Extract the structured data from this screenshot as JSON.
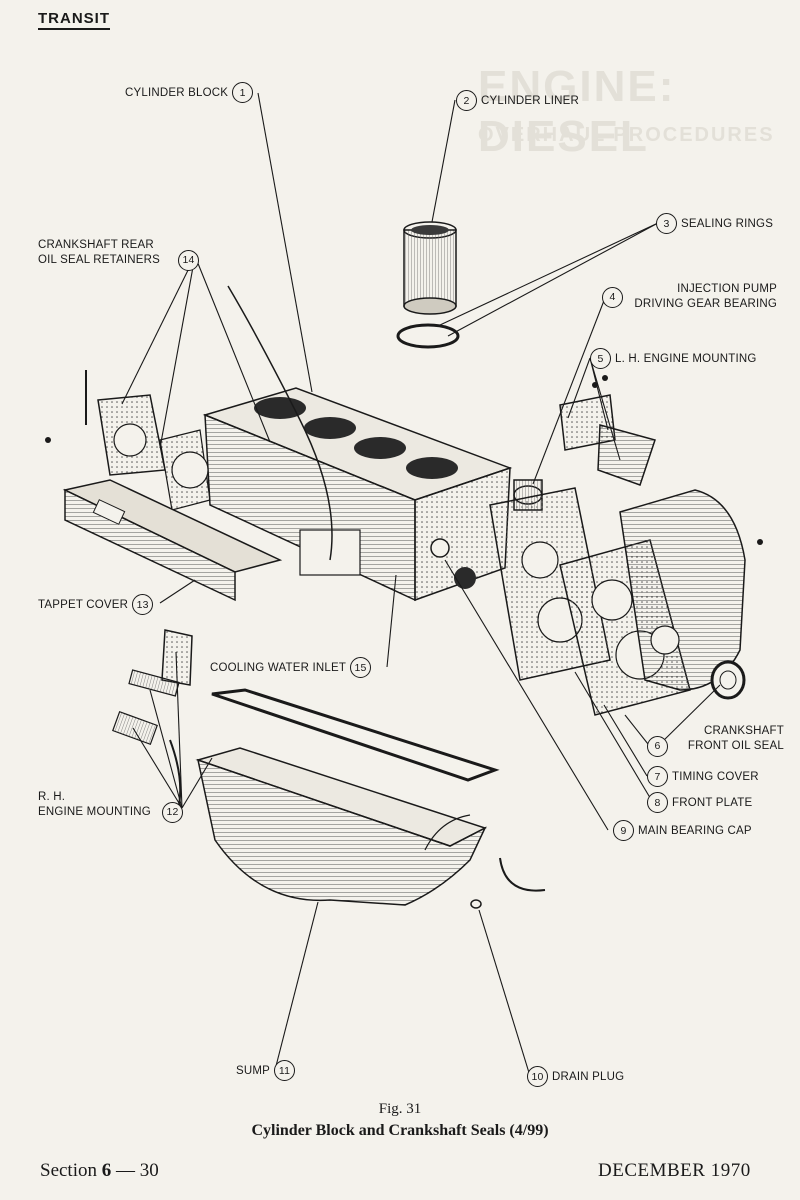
{
  "header": {
    "section_tag": "TRANSIT"
  },
  "background_text": {
    "title": "ENGINE: DIESEL",
    "subtitle": "OVERHAUL PROCEDURES"
  },
  "callouts": [
    {
      "num": "1",
      "label": "CYLINDER BLOCK"
    },
    {
      "num": "2",
      "label": "CYLINDER LINER"
    },
    {
      "num": "3",
      "label": "SEALING RINGS"
    },
    {
      "num": "4",
      "label_line1": "INJECTION PUMP",
      "label_line2": "DRIVING GEAR BEARING"
    },
    {
      "num": "5",
      "label": "L. H. ENGINE MOUNTING"
    },
    {
      "num": "6",
      "label_line1": "CRANKSHAFT",
      "label_line2": "FRONT OIL SEAL"
    },
    {
      "num": "7",
      "label": "TIMING COVER"
    },
    {
      "num": "8",
      "label": "FRONT PLATE"
    },
    {
      "num": "9",
      "label": "MAIN BEARING CAP"
    },
    {
      "num": "10",
      "label": "DRAIN PLUG"
    },
    {
      "num": "11",
      "label": "SUMP"
    },
    {
      "num": "12",
      "label_line1": "R. H.",
      "label_line2": "ENGINE MOUNTING"
    },
    {
      "num": "13",
      "label": "TAPPET COVER"
    },
    {
      "num": "14",
      "label_line1": "CRANKSHAFT REAR",
      "label_line2": "OIL SEAL RETAINERS"
    },
    {
      "num": "15",
      "label": "COOLING WATER INLET"
    }
  ],
  "figure": {
    "number": "Fig. 31",
    "title": "Cylinder Block and Crankshaft Seals (4/99)"
  },
  "footer": {
    "section_prefix": "Section ",
    "section_number": "6",
    "page_suffix": " — 30",
    "date": "DECEMBER 1970"
  }
}
